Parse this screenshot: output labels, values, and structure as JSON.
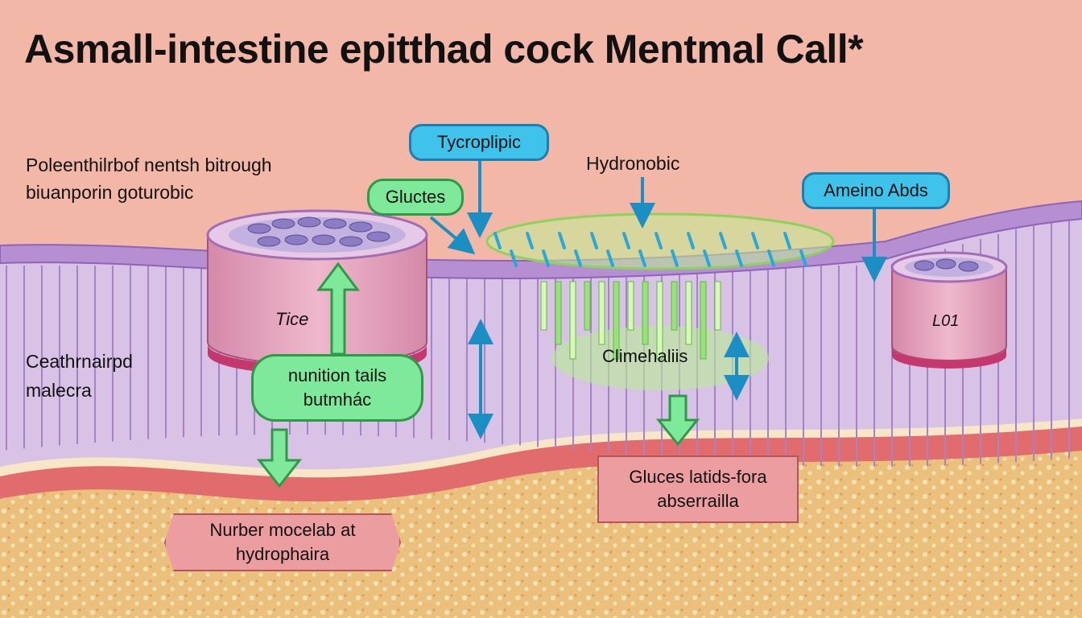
{
  "title": "Asmall-intestine epitthad cock Mentmal Call*",
  "notes": {
    "top_left_line1": "Poleenthilrbof nentsh bitrough",
    "top_left_line2": "biuanporin goturobic",
    "mid_left_line1": "Ceathrnairpd",
    "mid_left_line2": "malecra",
    "hydronobic": "Hydronobic"
  },
  "callouts": {
    "tycroplipic": "Tycroplipic",
    "gluctes": "Gluctes",
    "ameino_abds": "Ameino Abds",
    "nunition_line1": "nunition tails",
    "nunition_line2": "butmhác",
    "climehaliis": "Climehaliis",
    "glucess_line1": "Gluces latids-fora",
    "glucess_line2": "abserrailla",
    "nurber_line1": "Nurber mocelab at",
    "nurber_line2": "hydrophaira"
  },
  "cells": {
    "left_label": "Tice",
    "right_label": "L01"
  },
  "colors": {
    "background": "#f3b7a7",
    "membrane": "#c9a6da",
    "villi": "#d8c3e6",
    "basement": "#e26b6e",
    "tissue": "#ebc07c",
    "blue_callout": "#3fc3ea",
    "green_callout": "#7ee99a",
    "pink_box": "#eb9d9f"
  }
}
